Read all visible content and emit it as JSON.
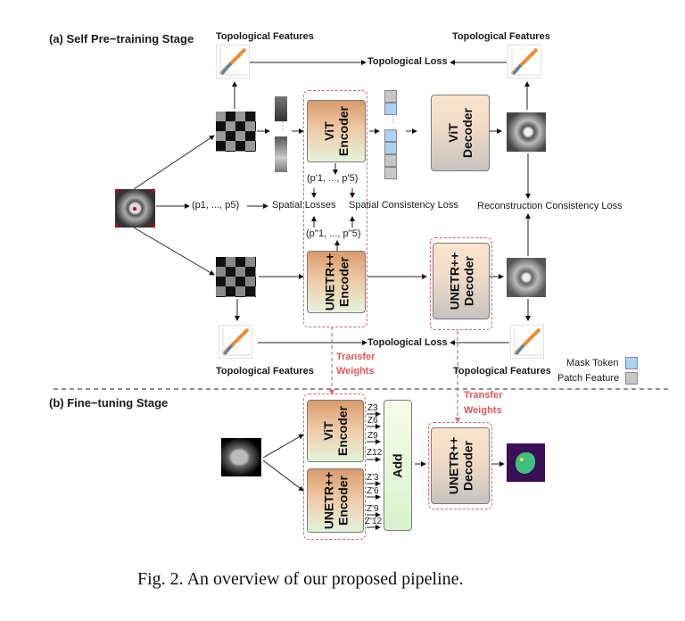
{
  "stage_a": {
    "title": "(a) Self Pre−training Stage",
    "topo_features_label": "Topological Features",
    "topo_loss_label": "Topological Loss",
    "vit_encoder": "ViT\nEncoder",
    "vit_decoder": "ViT\nDecoder",
    "unetr_encoder": "UNETR++\nEncoder",
    "unetr_decoder": "UNETR++\nDecoder",
    "p_orig": "(p1, ..., p5)",
    "p_prime": "(p'1, ..., p'5)",
    "p_double_prime": "(p''1, ..., p''5)",
    "spatial_losses": "Spatial Losses",
    "spatial_consistency_loss": "Spatial Consistency Loss",
    "reconstruction_consistency_loss": "Reconstruction Consistency Loss",
    "transfer_weights_line1": "Transfer",
    "transfer_weights_line2": "Weights"
  },
  "legend": {
    "mask_token": "Mask Token",
    "patch_feature": "Patch Feature",
    "mask_color": "#a9d2f5",
    "patch_color": "#c6c6c6"
  },
  "stage_b": {
    "title": "(b) Fine−tuning Stage",
    "vit_encoder": "ViT\nEncoder",
    "unetr_encoder": "UNETR++\nEncoder",
    "add": "Add",
    "unetr_decoder": "UNETR++\nDecoder",
    "transfer_weights_line1": "Transfer",
    "transfer_weights_line2": "Weights",
    "z_vit": [
      "Z3",
      "Z6",
      "Z9",
      "Z12"
    ],
    "z_unetr": [
      "Z'3",
      "Z'6",
      "Z'9",
      "Z'12"
    ]
  },
  "colors": {
    "dashed_red": "#e06868",
    "transfer_text": "#e05858"
  },
  "caption": "Fig. 2.  An overview of our proposed pipeline."
}
